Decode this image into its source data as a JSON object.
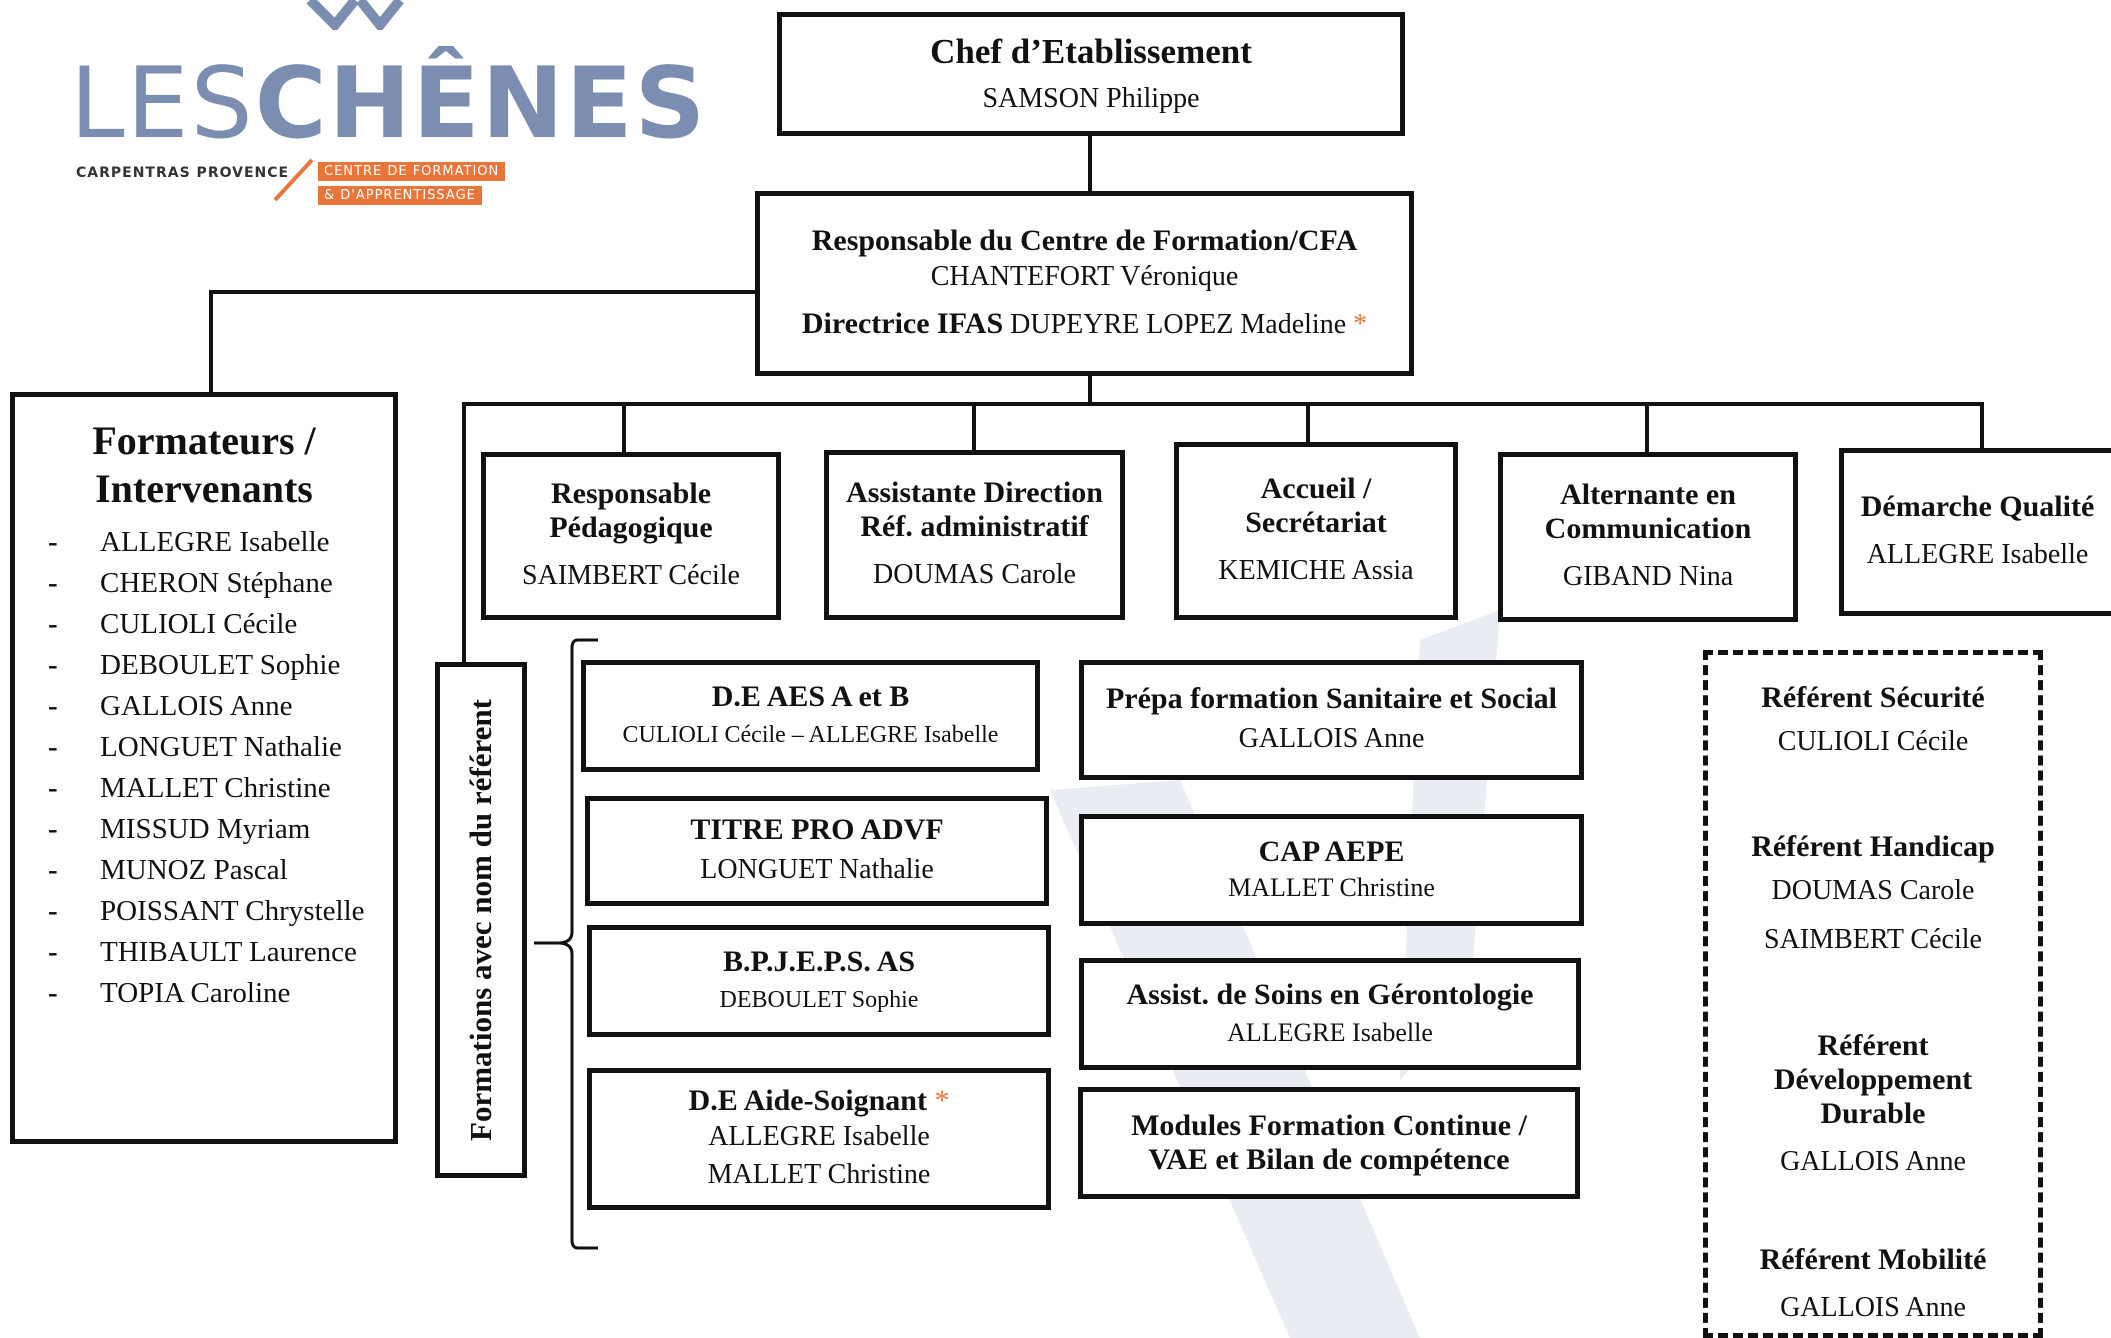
{
  "logo": {
    "name_light": "LES",
    "name_bold": "CHÊNES",
    "city": "CARPENTRAS PROVENCE",
    "tag_line1": "CENTRE DE FORMATION",
    "tag_line2": "& D'APPRENTISSAGE"
  },
  "head": {
    "title": "Chef d’Etablissement",
    "name": "SAMSON Philippe"
  },
  "cfa": {
    "title": "Responsable du Centre de Formation/CFA",
    "name": "CHANTEFORT Véronique",
    "ifas_title": "Directrice IFAS",
    "ifas_name": " DUPEYRE LOPEZ Madeline",
    "star": "*"
  },
  "formateurs": {
    "title_line1": "Formateurs /",
    "title_line2": "Intervenants",
    "bullet": "-",
    "names": [
      "ALLEGRE Isabelle",
      "CHERON Stéphane",
      "CULIOLI Cécile",
      "DEBOULET Sophie",
      "GALLOIS Anne",
      "LONGUET Nathalie",
      "MALLET Christine",
      "MISSUD Myriam",
      "MUNOZ Pascal",
      "POISSANT Chrystelle",
      "THIBAULT Laurence",
      "TOPIA Caroline"
    ]
  },
  "staff": [
    {
      "title1": "Responsable",
      "title2": "Pédagogique",
      "name": "SAIMBERT Cécile"
    },
    {
      "title1": "Assistante Direction",
      "title2": "Réf. administratif",
      "name": "DOUMAS Carole"
    },
    {
      "title1": "Accueil /",
      "title2": "Secrétariat",
      "name": "KEMICHE Assia"
    },
    {
      "title1": "Alternante en",
      "title2": "Communication",
      "name": "GIBAND Nina"
    },
    {
      "title1": "Démarche Qualité",
      "name": "ALLEGRE Isabelle"
    }
  ],
  "formations_label": "Formations avec nom du référent",
  "formations_left": [
    {
      "title": "D.E AES A et B",
      "names": [
        "CULIOLI Cécile – ALLEGRE Isabelle"
      ]
    },
    {
      "title": "TITRE PRO ADVF",
      "names": [
        "LONGUET Nathalie"
      ]
    },
    {
      "title": "B.P.J.E.P.S. AS",
      "names": [
        "DEBOULET Sophie"
      ]
    },
    {
      "title": "D.E Aide-Soignant",
      "star": "*",
      "names": [
        "ALLEGRE Isabelle",
        "MALLET Christine"
      ]
    }
  ],
  "formations_right": [
    {
      "title": "Prépa formation Sanitaire et Social",
      "name": "GALLOIS Anne"
    },
    {
      "title": "CAP AEPE",
      "name": "MALLET Christine"
    },
    {
      "title": "Assist. de Soins en Gérontologie",
      "name": "ALLEGRE Isabelle"
    },
    {
      "title_line1": "Modules Formation Continue /",
      "title_line2": "VAE et Bilan de compétence"
    }
  ],
  "referents": [
    {
      "title": "Référent Sécurité",
      "names": [
        "CULIOLI Cécile"
      ]
    },
    {
      "title": "Référent Handicap",
      "names": [
        "DOUMAS Carole",
        "SAIMBERT Cécile"
      ]
    },
    {
      "title_lines": [
        "Référent",
        "Développement",
        "Durable"
      ],
      "names": [
        "GALLOIS Anne"
      ]
    },
    {
      "title": "Référent Mobilité",
      "names": [
        "GALLOIS Anne"
      ]
    }
  ]
}
